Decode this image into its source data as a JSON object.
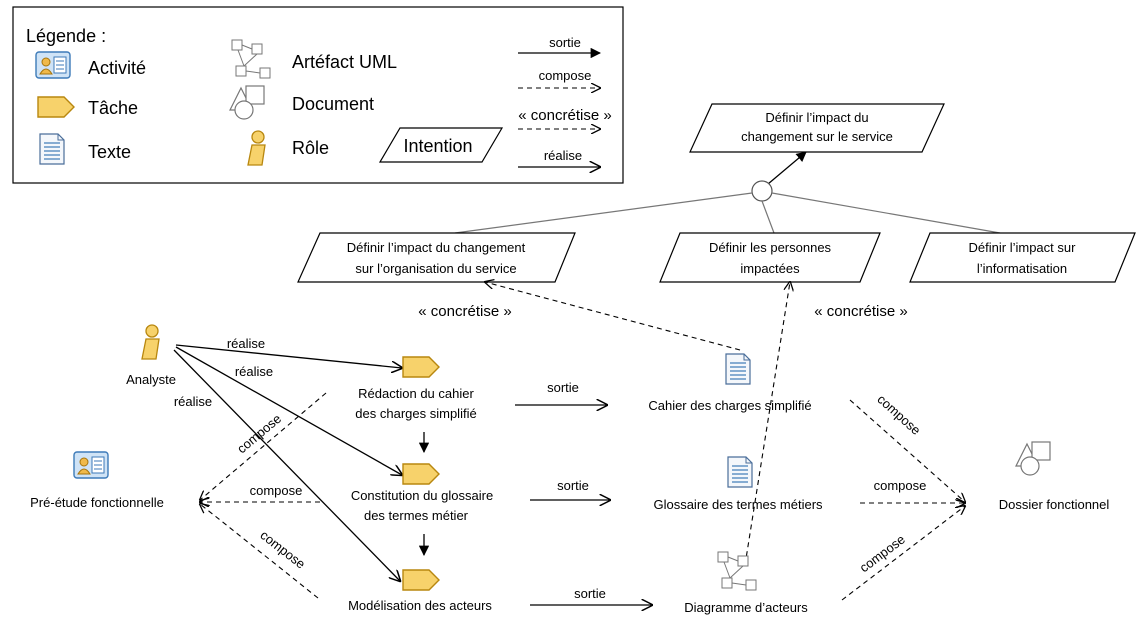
{
  "legend": {
    "title": "Légende :",
    "activity": "Activité",
    "task": "Tâche",
    "text": "Texte",
    "uml_artifact": "Artéfact UML",
    "document": "Document",
    "role": "Rôle",
    "intention": "Intention",
    "sortie": "sortie",
    "compose": "compose",
    "concretise": "« concrétise »",
    "realise": "réalise"
  },
  "intentions": {
    "top": [
      "Définir l’impact du",
      "changement sur le service"
    ],
    "org": [
      "Définir l’impact du changement",
      "sur l’organisation du service"
    ],
    "persons": [
      "Définir les personnes",
      "impactées"
    ],
    "info": [
      "Définir l’impact sur",
      "l’informatisation"
    ]
  },
  "role": {
    "label": "Analyste"
  },
  "tasks": {
    "t1": [
      "Rédaction du cahier",
      "des charges simplifié"
    ],
    "t2": [
      "Constitution du glossaire",
      "des termes métier"
    ],
    "t3": "Modélisation des acteurs"
  },
  "activity": {
    "label": "Pré-étude fonctionnelle"
  },
  "outputs": {
    "o1": "Cahier des charges simplifié",
    "o2": "Glossaire des termes métiers",
    "o3": "Diagramme d’acteurs"
  },
  "document": {
    "label": "Dossier fonctionnel"
  },
  "edge_labels": {
    "realise": "réalise",
    "sortie": "sortie",
    "compose": "compose",
    "concretise": "« concrétise »"
  },
  "colors": {
    "accent_fill": "#f7d26b",
    "accent_stroke": "#b8870f",
    "icon_blue": "#3d7ab8",
    "line": "#000000"
  }
}
